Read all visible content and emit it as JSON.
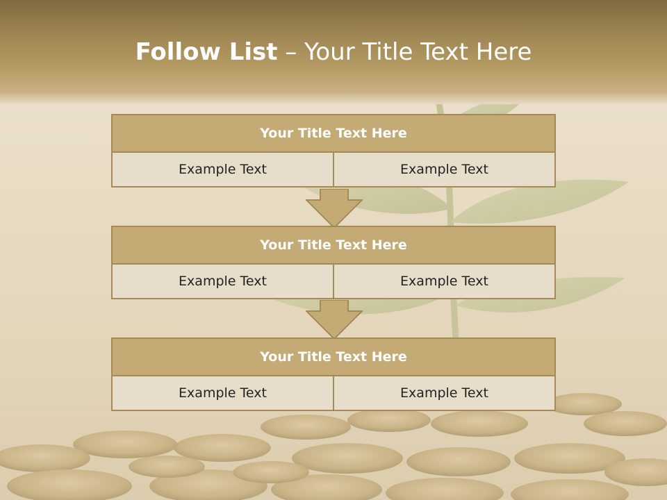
{
  "slide": {
    "title_bold": "Follow List",
    "title_rest": " – Your Title Text Here"
  },
  "blocks": [
    {
      "title": "Your Title Text Here",
      "left_text": "Example Text",
      "right_text": "Example Text"
    },
    {
      "title": "Your Title Text Here",
      "left_text": "Example Text",
      "right_text": "Example Text"
    },
    {
      "title": "Your Title Text Here",
      "left_text": "Example Text",
      "right_text": "Example Text"
    }
  ],
  "colors": {
    "header": "#9c8452",
    "block_title_fill": "#c4aa74",
    "block_border": "#a38a57",
    "cell_fill": "#e7ddcb",
    "arrow_fill": "#c4aa74"
  },
  "icons": [
    "down-arrow-icon",
    "plant-image",
    "coins-image"
  ]
}
